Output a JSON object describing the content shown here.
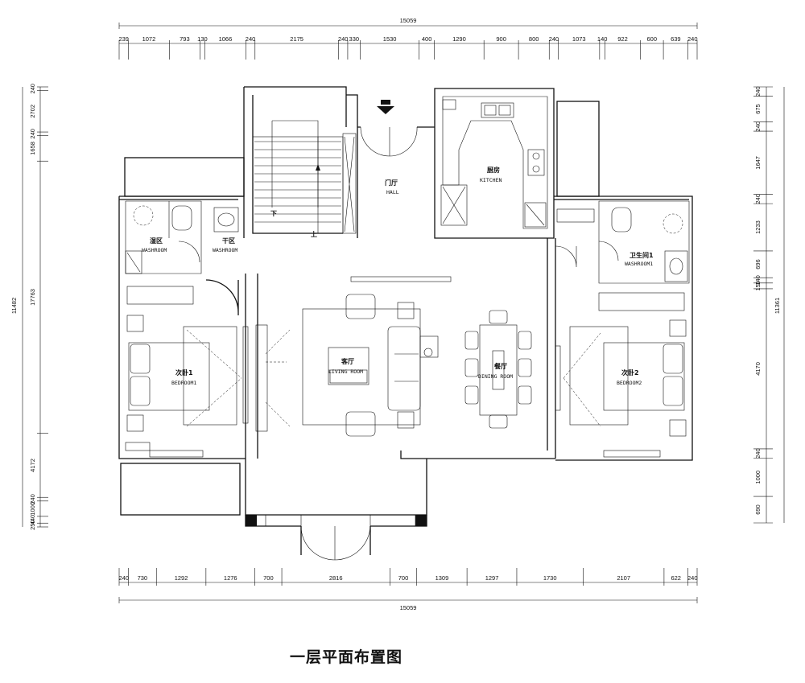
{
  "page_title": "一层平面布置图",
  "dimensions": {
    "top_total": "15059",
    "top": [
      "239",
      "1072",
      "793",
      "130",
      "1066",
      "240",
      "2175",
      "240",
      "330",
      "1530",
      "400",
      "1290",
      "900",
      "800",
      "240",
      "1073",
      "140",
      "922",
      "600",
      "639",
      "240"
    ],
    "bottom_total": "15059",
    "bottom": [
      "240",
      "730",
      "1292",
      "1276",
      "700",
      "2816",
      "700",
      "1309",
      "1297",
      "1730",
      "2107",
      "622",
      "240"
    ],
    "left_total": "11482",
    "left": [
      "240",
      "2702",
      "240",
      "1658",
      "17763",
      "4172",
      "240",
      "1000",
      "440",
      "250"
    ],
    "right_total": "11361",
    "right": [
      "240",
      "675",
      "240",
      "1647",
      "240",
      "1233",
      "696",
      "140",
      "150",
      "4170",
      "240",
      "1000",
      "690"
    ]
  },
  "rooms": {
    "hall": {
      "cn": "门厅",
      "en": "HALL"
    },
    "kitchen": {
      "cn": "厨房",
      "en": "KITCHEN"
    },
    "wet_area": {
      "cn": "湿区",
      "en": "WASHROOM"
    },
    "dry_area": {
      "cn": "干区",
      "en": "WASHROOM"
    },
    "washroom1": {
      "cn": "卫生间1",
      "en": "WASHROOM1"
    },
    "living": {
      "cn": "客厅",
      "en": "LIVING ROOM"
    },
    "dining": {
      "cn": "餐厅",
      "en": "DINING ROOM"
    },
    "bedroom1": {
      "cn": "次卧1",
      "en": "BEDROOM1"
    },
    "bedroom2": {
      "cn": "次卧2",
      "en": "BEDROOM2"
    }
  },
  "stairs": {
    "down": "下",
    "up": "上"
  }
}
